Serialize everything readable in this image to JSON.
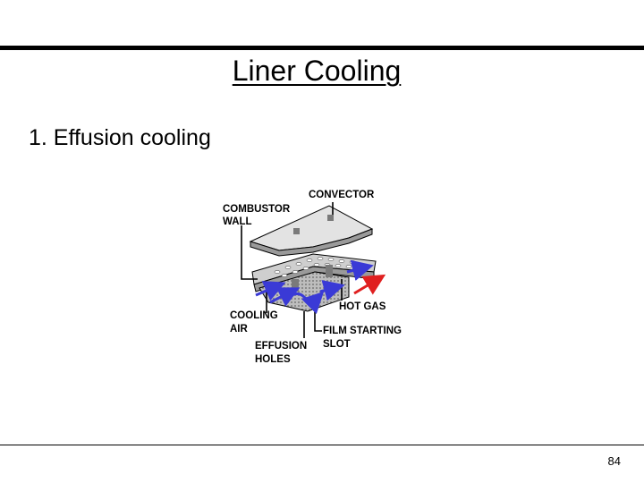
{
  "slide": {
    "title": "Liner Cooling",
    "bullet": "1. Effusion cooling",
    "page_number": "84"
  },
  "diagram": {
    "labels": {
      "convector": "CONVECTOR",
      "combustor_wall_line1": "COMBUSTOR",
      "combustor_wall_line2": "WALL",
      "cooling_air_line1": "COOLING",
      "cooling_air_line2": "AIR",
      "hot_gas": "HOT GAS",
      "effusion_holes_line1": "EFFUSION",
      "effusion_holes_line2": "HOLES",
      "film_starting_slot_line1": "FILM STARTING",
      "film_starting_slot_line2": "SLOT"
    },
    "colors": {
      "cooling_air_arrows": "#3a3ad6",
      "hot_gas_arrow": "#e02020",
      "plate_fill": "#d9d9d9",
      "hatch": "#7a7a7a"
    }
  }
}
